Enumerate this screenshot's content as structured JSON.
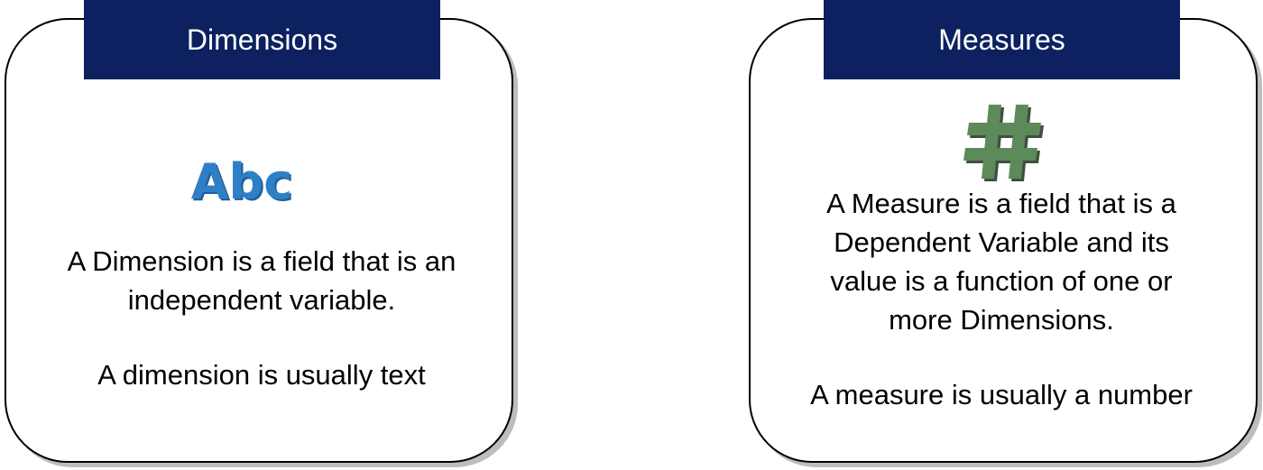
{
  "dimensions": {
    "title": "Dimensions",
    "icon_text": "Abc",
    "icon_name": "abc-icon",
    "description_line1": "A Dimension is a field that is an",
    "description_line2": "independent variable.",
    "note": "A dimension is usually text"
  },
  "measures": {
    "title": "Measures",
    "icon_name": "hash-icon",
    "description_line1": "A Measure is a field that is a",
    "description_line2": "Dependent Variable and its",
    "description_line3": "value is a function of one or",
    "description_line4": "more Dimensions.",
    "note": "A measure is usually a number"
  },
  "colors": {
    "header_background": "#0d2160",
    "header_text": "#ffffff",
    "abc_icon": "#2f7fc6",
    "hash_icon": "#5d8a5a"
  }
}
